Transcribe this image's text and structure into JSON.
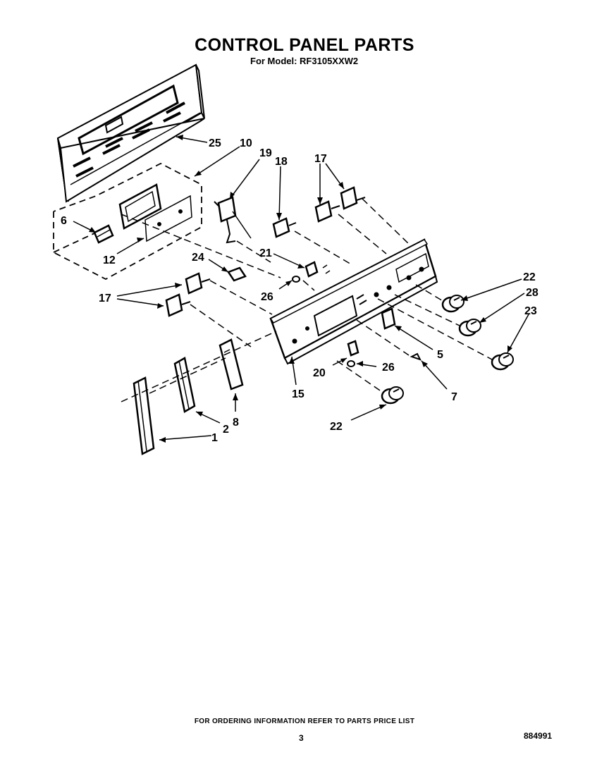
{
  "header": {
    "title": "CONTROL PANEL PARTS",
    "subtitle": "For Model: RF3105XXW2"
  },
  "footer": {
    "ordering_note": "FOR ORDERING INFORMATION REFER TO PARTS PRICE LIST",
    "page_number": "3",
    "doc_number": "884991"
  },
  "part_labels": {
    "p1": "1",
    "p2": "2",
    "p5": "5",
    "p6": "6",
    "p7": "7",
    "p8": "8",
    "p10": "10",
    "p12": "12",
    "p15": "15",
    "p17a": "17",
    "p17b": "17",
    "p18": "18",
    "p19": "19",
    "p20": "20",
    "p21": "21",
    "p22a": "22",
    "p22b": "22",
    "p23": "23",
    "p24": "24",
    "p25": "25",
    "p26a": "26",
    "p26b": "26",
    "p28": "28"
  }
}
